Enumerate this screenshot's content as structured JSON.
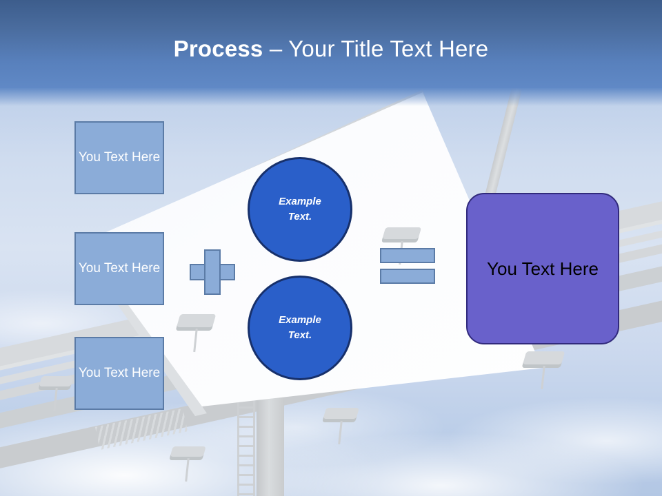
{
  "slide": {
    "title_strong": "Process",
    "title_rest": " – Your Title Text Here"
  },
  "diagram": {
    "inputs": [
      {
        "label": "You Text Here"
      },
      {
        "label": "You Text Here"
      },
      {
        "label": "You Text Here"
      }
    ],
    "operators": {
      "plus": "plus-sign",
      "equals": "equals-sign"
    },
    "circles": [
      {
        "line1": "Example",
        "line2": "Text."
      },
      {
        "line1": "Example",
        "line2": "Text."
      }
    ],
    "result": {
      "label": "You Text Here"
    }
  },
  "colors": {
    "title_band_top": "#3d5d8c",
    "title_band_bottom": "#6089c6",
    "title_text": "#ffffff",
    "input_box_fill": "#8bacd8",
    "input_box_border": "#5b7ba6",
    "circle_fill": "#2a5fc9",
    "circle_border": "#17306b",
    "result_fill": "#6961cb",
    "result_border": "#312a7c",
    "result_text": "#000000",
    "billboard_panel": "#ffffff",
    "billboard_frame": "#cfd2d4"
  },
  "background": {
    "scene": "billboard-against-sky-photo"
  }
}
